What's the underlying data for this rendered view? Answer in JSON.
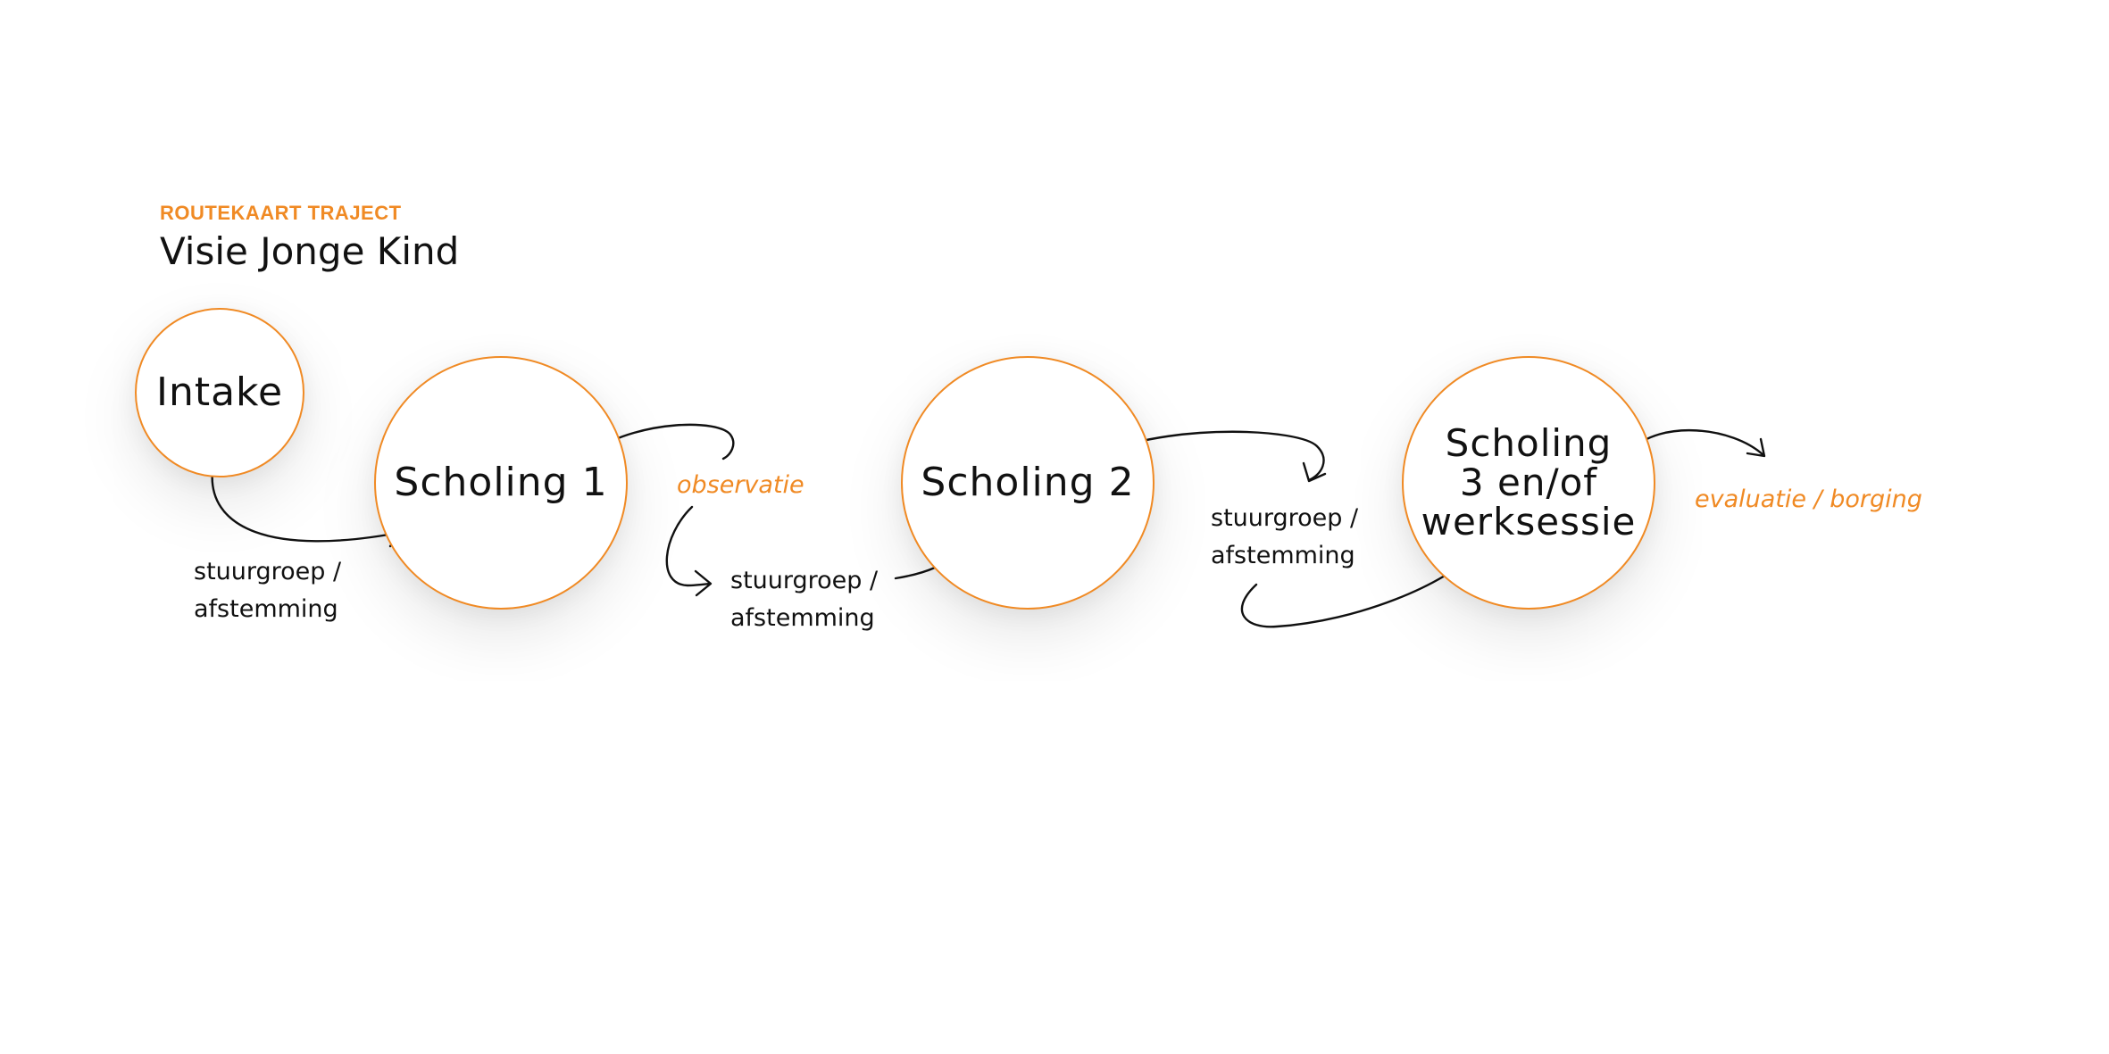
{
  "header": {
    "eyebrow": "ROUTEKAART TRAJECT",
    "title": "Visie Jonge Kind"
  },
  "colors": {
    "accent": "#F08A24",
    "text": "#111111",
    "background": "#FFFFFF"
  },
  "nodes": [
    {
      "id": "intake",
      "label": "Intake"
    },
    {
      "id": "scholing1",
      "label": "Scholing 1"
    },
    {
      "id": "scholing2",
      "label": "Scholing 2"
    },
    {
      "id": "scholing3",
      "label": "Scholing\n3 en/of\nwerksessie"
    }
  ],
  "steps": {
    "stuurgroep_1": "stuurgroep /\nafstemming",
    "observatie": "observatie",
    "stuurgroep_2": "stuurgroep /\nafstemming",
    "stuurgroep_3": "stuurgroep /\nafstemming",
    "evaluatie": "evaluatie / borging"
  }
}
